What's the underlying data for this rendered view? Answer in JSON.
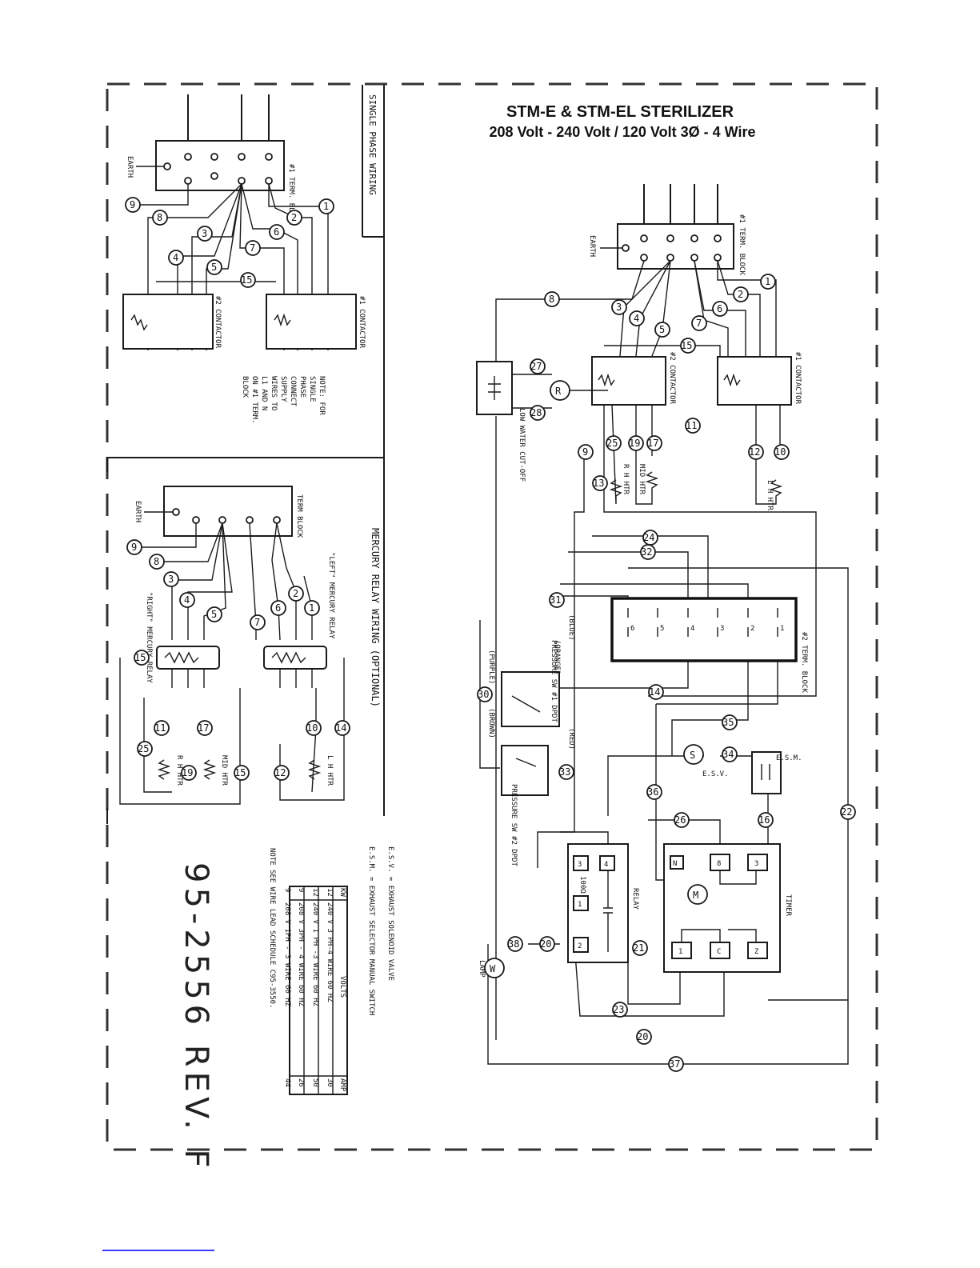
{
  "title_line1": "STM-E & STM-EL STERILIZER",
  "title_line2": "208 Volt - 240 Volt / 120 Volt 3Ø - 4 Wire",
  "single_phase": {
    "heading": "SINGLE PHASE WIRING",
    "term_block": "#1 TERM. BLOCK",
    "contactor1": "#1 CONTACTOR",
    "contactor2": "#2 CONTACTOR",
    "earth": "EARTH",
    "note_lines": [
      "NOTE: FOR",
      "SINGLE",
      "PHASE",
      "CONNECT",
      "SUPPLY",
      "WIRES TO",
      "L1 AND N",
      "ON #1 TERM.",
      "BLOCK"
    ]
  },
  "mercury": {
    "heading": "MERCURY RELAY WIRING (OPTIONAL)",
    "term_block": "TERM BLOCK",
    "left_relay": "\"LEFT\" MERCURY RELAY",
    "right_relay": "\"RIGHT\" MERCURY RELAY",
    "rh_htr": "R H HTR",
    "mid_htr": "MID HTR",
    "lh_htr": "L H HTR",
    "earth": "EARTH"
  },
  "main": {
    "term_block1": "#1 TERM. BLOCK",
    "term_block2": "#2 TERM. BLOCK",
    "contactor1": "#1 CONTACTOR",
    "contactor2": "#2 CONTACTOR",
    "low_water": "LOW WATER CUT-OFF",
    "earth": "EARTH",
    "rh_htr": "R H HTR",
    "mid_htr": "MID HTR",
    "lh_htr": "L H HTR",
    "pressure_sw1": "PRESSURE SW #1 DPDT",
    "pressure_sw2": "PRESSURE SW #2 DPDT",
    "wire_colors": [
      "(ORANGE)",
      "(BLUE)",
      "(PURPLE)",
      "(BROWN)",
      "(RED)"
    ],
    "esv": "E.S.V.",
    "esm": "E.S.M.",
    "relay": "RELAY",
    "timer": "TIMER",
    "lamp": "LAMP",
    "relay_ohms": "100Ω"
  },
  "wire_numbers": [
    "1",
    "2",
    "3",
    "4",
    "5",
    "6",
    "7",
    "8",
    "9",
    "10",
    "11",
    "12",
    "13",
    "14",
    "15",
    "16",
    "17",
    "19",
    "20",
    "22",
    "23",
    "24",
    "25",
    "27",
    "28",
    "30",
    "31",
    "32",
    "33",
    "34",
    "35",
    "36",
    "37",
    "38"
  ],
  "legend": {
    "esv_def": "E.S.V. = EXHAUST SOLENOID VALVE",
    "esm_def": "E.S.M. = EXHAUST SELECTOR MANUAL SWITCH",
    "table_headers": [
      "KW",
      "VOLTS",
      "AMP"
    ],
    "table_rows": [
      [
        "12",
        "240 V   3 PH-4 WIRE 60 HZ",
        "30"
      ],
      [
        "12",
        "240 V 1 PH -3 WIRE 60 HZ",
        "50"
      ],
      [
        "9",
        "208 V 3PH - 4 WIRE 60 HZ",
        "26"
      ],
      [
        "9",
        "208 V 1PH - 3 WIRE 60 HZ",
        "44"
      ]
    ],
    "note": "NOTE SEE WIRE LEAD SCHEDULE C95-3550."
  },
  "drawing_number": "95-2556 REV. F"
}
